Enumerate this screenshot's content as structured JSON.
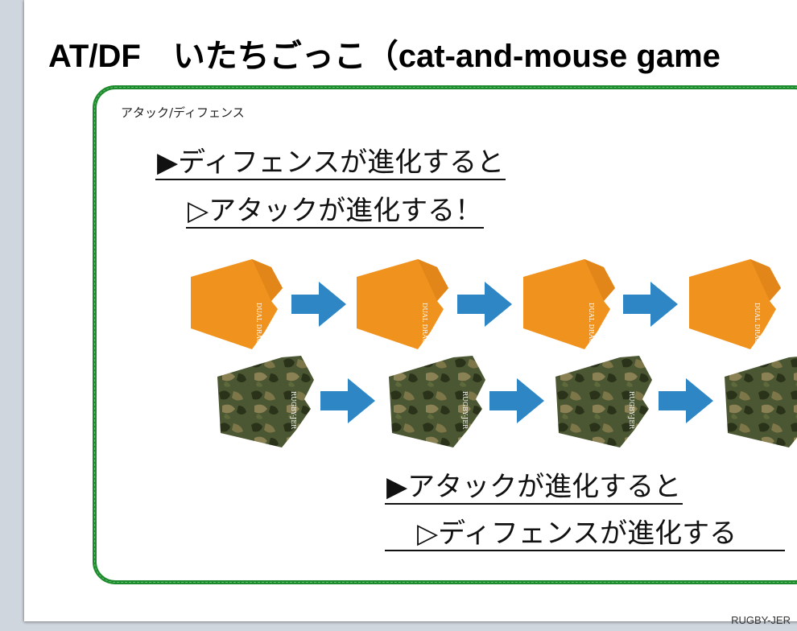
{
  "slide": {
    "title": "AT/DF　いたちごっこ（cat-and-mouse game",
    "frame_label": "アタック/ディフェンス",
    "top_text": {
      "line1": "▶ディフェンスが進化すると",
      "line2": "▷アタックが進化する！"
    },
    "bottom_text": {
      "line1": "▶アタックが進化すると",
      "line2": "▷ディフェンスが進化する"
    },
    "footer": "RUGBY-JER"
  },
  "shirts": {
    "orange": {
      "color": "#f0931e",
      "print": "DUAL DRAGON",
      "count": 4
    },
    "camo": {
      "colors": [
        "#3f4a2c",
        "#6b6a3d",
        "#27301c",
        "#8a8154"
      ],
      "print": "RUGBY-JER",
      "count": 4
    }
  },
  "arrow_color": "#2f86c4",
  "frame_color": "#1e8a2e"
}
